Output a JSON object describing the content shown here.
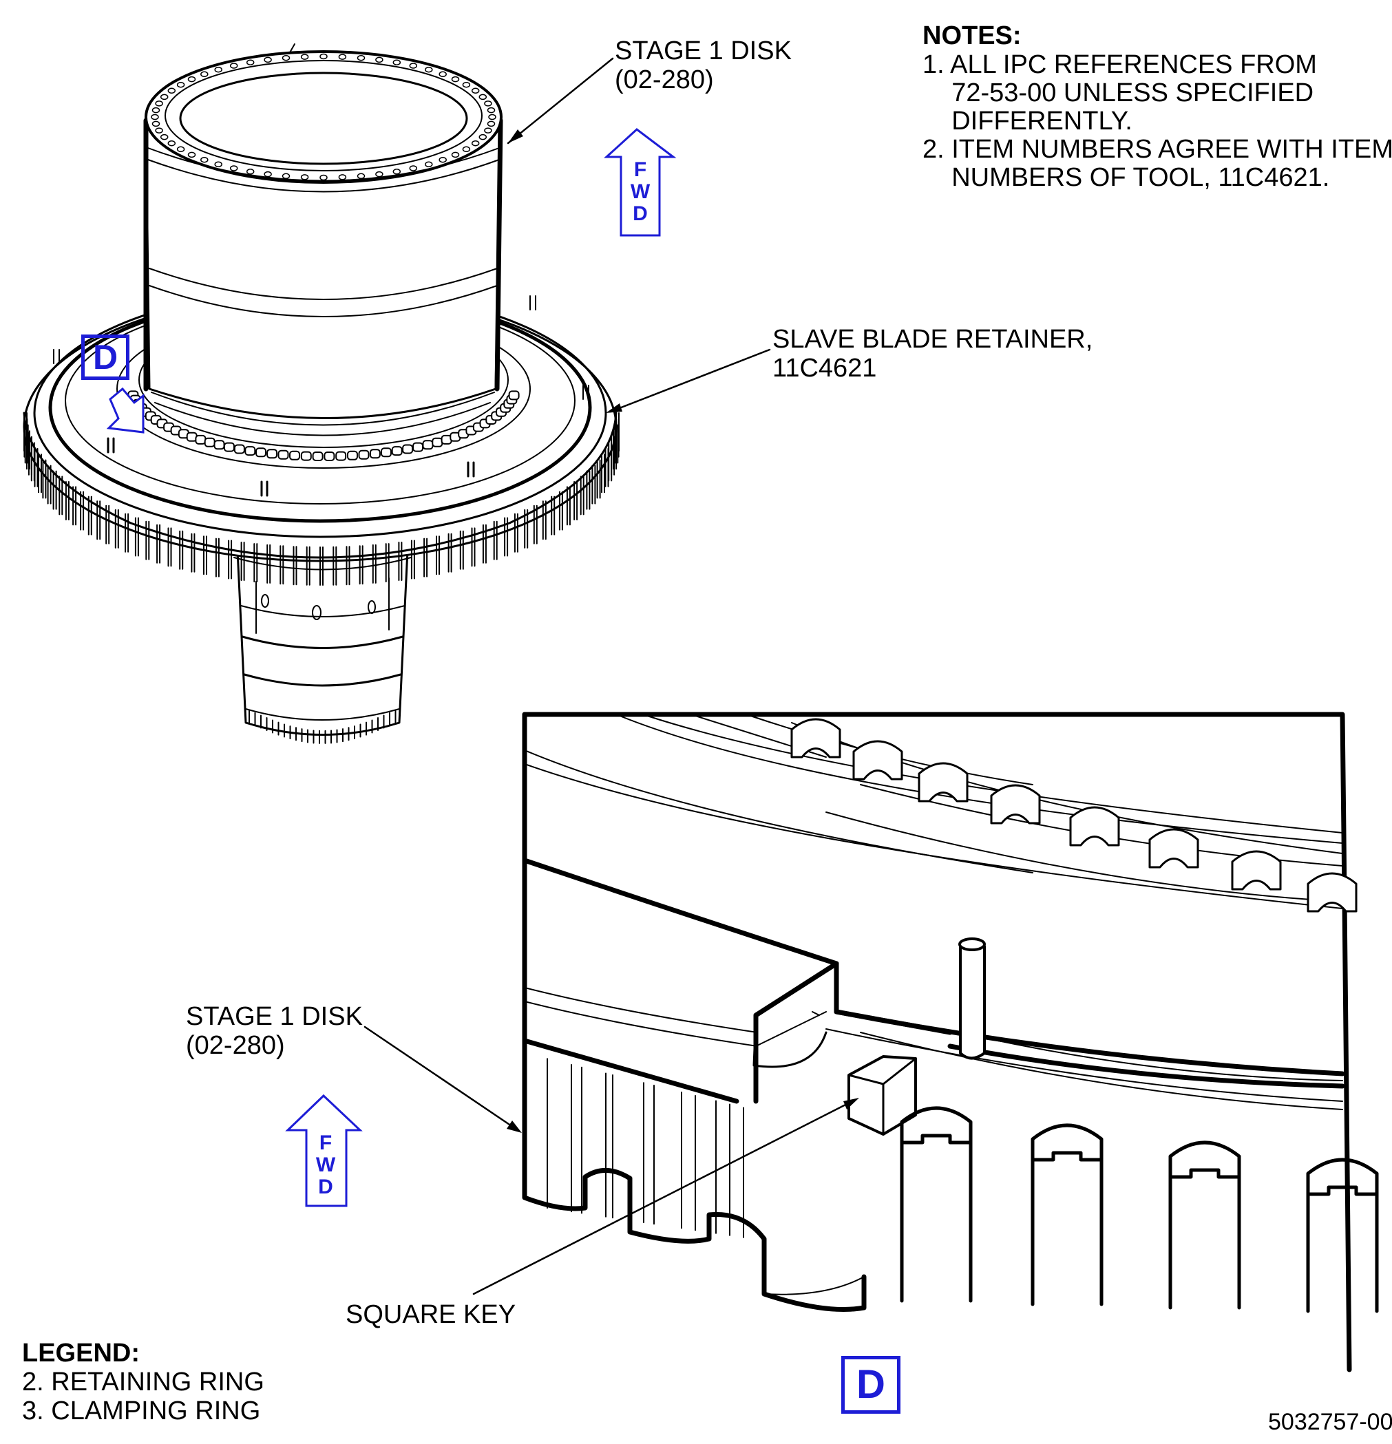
{
  "labels": {
    "stage1_disk_top": [
      "STAGE 1 DISK",
      "(02-280)"
    ],
    "slave_blade_retainer": [
      "SLAVE BLADE RETAINER,",
      "11C4621"
    ],
    "stage1_disk_detail": [
      "STAGE 1 DISK",
      "(02-280)"
    ],
    "square_key": "SQUARE KEY"
  },
  "notes": {
    "title": "NOTES:",
    "items": [
      "1. ALL IPC REFERENCES FROM",
      "    72-53-00 UNLESS SPECIFIED",
      "    DIFFERENTLY.",
      "2. ITEM NUMBERS AGREE WITH ITEM",
      "    NUMBERS OF TOOL, 11C4621."
    ]
  },
  "legend": {
    "title": "LEGEND:",
    "items": [
      "2. RETAINING RING",
      "3. CLAMPING RING"
    ]
  },
  "fwd_arrow": {
    "letters": [
      "F",
      "W",
      "D"
    ]
  },
  "detail_callout": "D",
  "figure_id": "5032757-00",
  "colors": {
    "callout_blue": "#1d1dd6",
    "line": "#000000"
  }
}
